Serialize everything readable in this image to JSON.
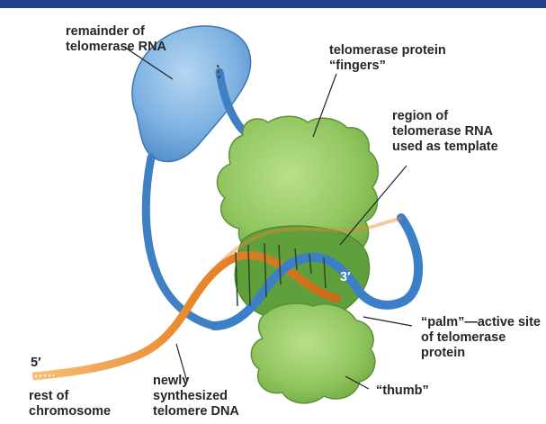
{
  "colors": {
    "header_bar": "#23408f",
    "rna": "#4f92d4",
    "rna_body": "#8bbde6",
    "protein": "#8fc25c",
    "dna_orange": "#e8892c",
    "leader_lines": "#222222"
  },
  "labels": {
    "remainder_rna": [
      "remainder of",
      "telomerase RNA"
    ],
    "fingers": [
      "telomerase protein",
      "“fingers”"
    ],
    "template": [
      "region of",
      "telomerase RNA",
      "used as template"
    ],
    "palm": [
      "“palm”—active site",
      "of telomerase",
      "protein"
    ],
    "thumb": [
      "“thumb”"
    ],
    "newly": [
      "newly",
      "synthesized",
      "telomere DNA"
    ],
    "rest": [
      "rest of",
      "chromosome"
    ],
    "five_prime": "5′",
    "three_prime": "3′"
  }
}
